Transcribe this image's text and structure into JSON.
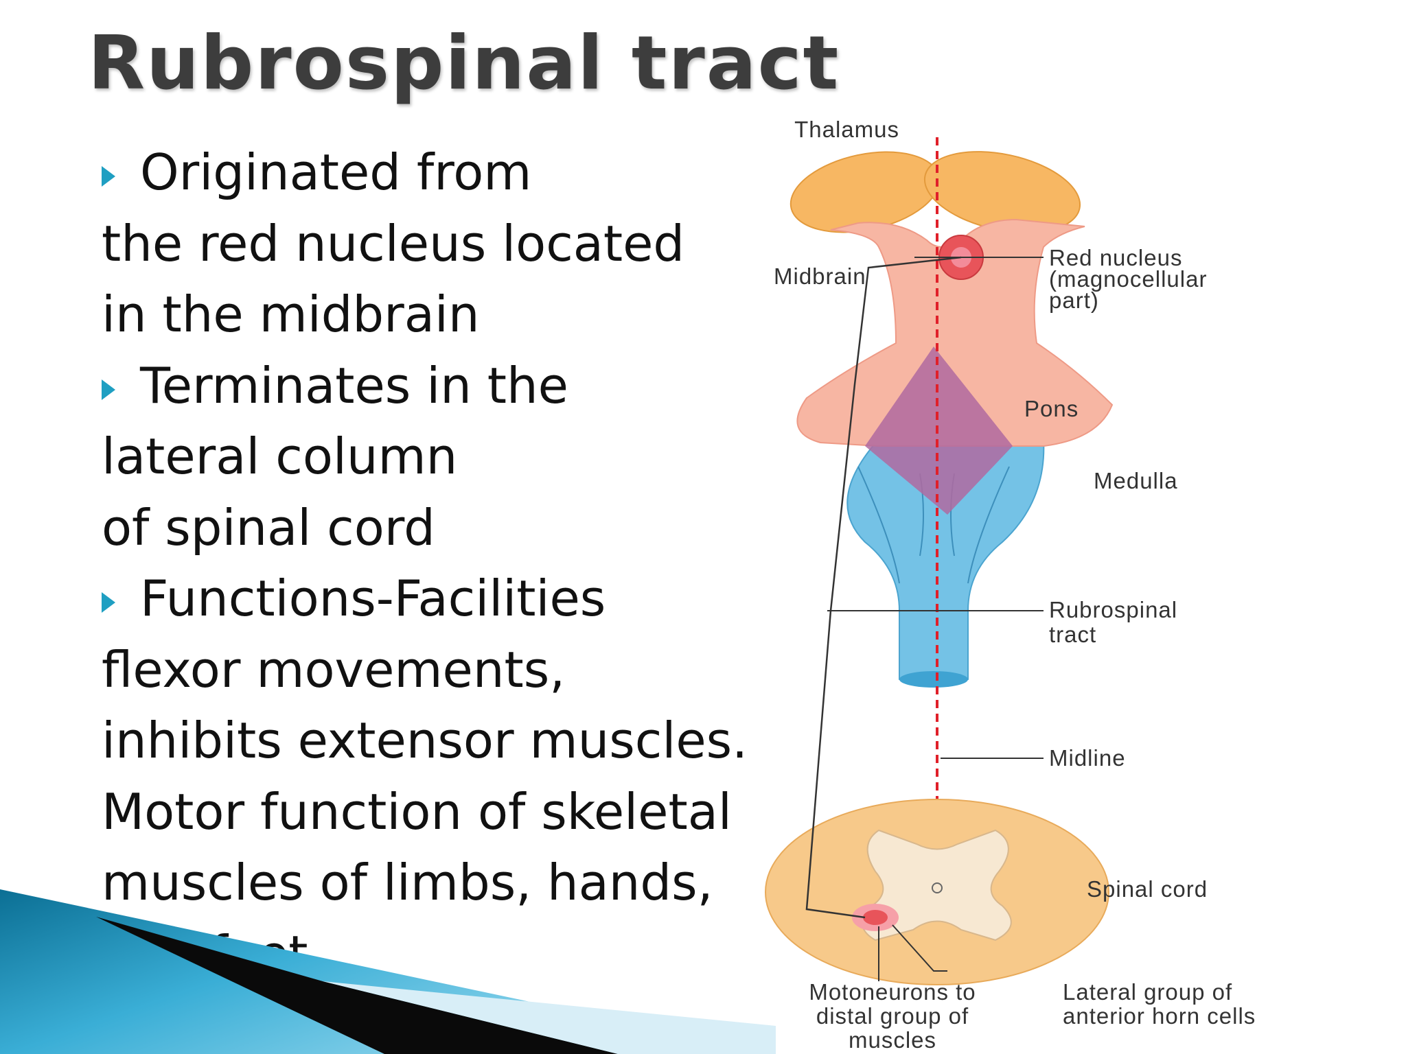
{
  "slide": {
    "title": "Rubrospinal tract",
    "lines": [
      {
        "text": "Originated from",
        "bullet": true
      },
      {
        "text": "the red nucleus located",
        "bullet": false
      },
      {
        "text": "in the midbrain",
        "bullet": false
      },
      {
        "text": "Terminates in the",
        "bullet": true
      },
      {
        "text": "lateral column",
        "bullet": false
      },
      {
        "text": "of spinal cord",
        "bullet": false
      },
      {
        "text": "Functions-Facilities",
        "bullet": true
      },
      {
        "text": "flexor movements,",
        "bullet": false
      },
      {
        "text": "inhibits extensor muscles.",
        "bullet": false
      },
      {
        "text": "Motor function of skeletal",
        "bullet": false
      },
      {
        "text": "muscles of limbs, hands,",
        "bullet": false
      },
      {
        "text": "and feet.",
        "bullet": false
      }
    ]
  },
  "diagram": {
    "labels": {
      "thalamus": "Thalamus",
      "midbrain": "Midbrain",
      "red_nucleus": [
        "Red nucleus",
        "(magnocellular",
        "part)"
      ],
      "pons": "Pons",
      "medulla": "Medulla",
      "rubrospinal_tract": [
        "Rubrospinal",
        "tract"
      ],
      "midline": "Midline",
      "spinal_cord": "Spinal cord",
      "motoneurons": [
        "Motoneurons to",
        "distal group of",
        "muscles"
      ],
      "lateral_group": [
        "Lateral group of",
        "anterior horn cells"
      ]
    }
  },
  "colors": {
    "bullet": "#1f9fc2",
    "title": "#3d3d3d",
    "midline": "#e0202a",
    "brainstem": "#f7b6a3",
    "thalamus": "#f7b763",
    "pons": "#b06aa0",
    "medulla": "#74c2e6",
    "spinal_cord_outer": "#f7c98a",
    "gray_matter": "#f7e8d2"
  }
}
